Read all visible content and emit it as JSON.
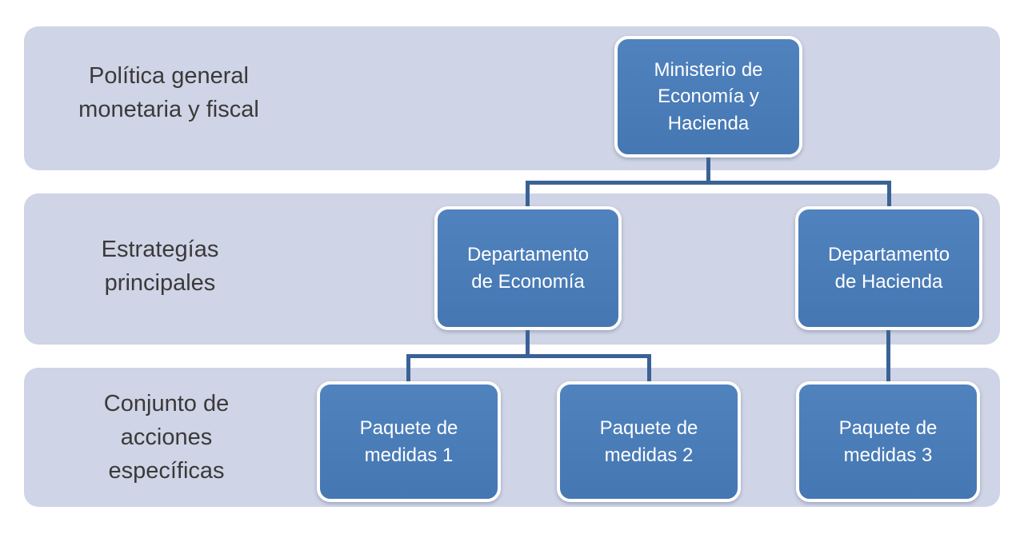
{
  "colors": {
    "background": "#ffffff",
    "band_fill": "#cfd4e6",
    "node_fill_top": "#5082be",
    "node_fill_bottom": "#4577b2",
    "node_border": "#ffffff",
    "node_text": "#ffffff",
    "connector": "#3a6296",
    "label_text": "#3a3a3a"
  },
  "bands": [
    {
      "label": "Política general\nmonetaria y fiscal"
    },
    {
      "label": "Estrategías\nprincipales"
    },
    {
      "label": "Conjunto de\nacciones\nespecíficas"
    }
  ],
  "nodes": {
    "ministerio": {
      "label": "Ministerio de\nEconomía y\nHacienda"
    },
    "dep_economia": {
      "label": "Departamento\nde Economía"
    },
    "dep_hacienda": {
      "label": "Departamento\nde Hacienda"
    },
    "paquete_1": {
      "label": "Paquete de\nmedidas 1"
    },
    "paquete_2": {
      "label": "Paquete de\nmedidas 2"
    },
    "paquete_3": {
      "label": "Paquete de\nmedidas 3"
    }
  }
}
